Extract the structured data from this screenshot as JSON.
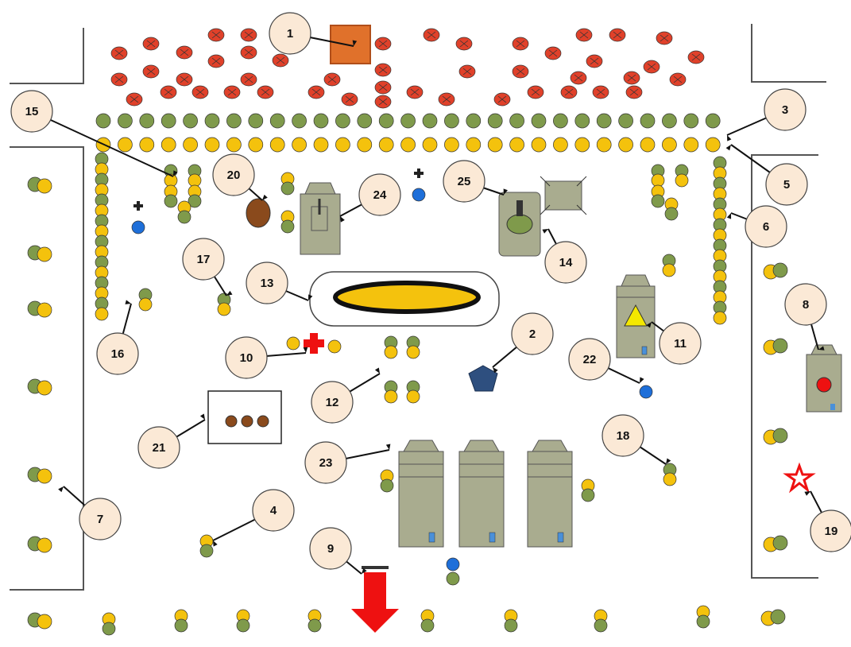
{
  "callouts": [
    {
      "label": "1",
      "meaning": "podium-object"
    },
    {
      "label": "2",
      "meaning": "pentagon-object"
    },
    {
      "label": "3",
      "meaning": "perimeter-corner"
    },
    {
      "label": "4",
      "meaning": "single-person"
    },
    {
      "label": "5",
      "meaning": "perimeter-yellow-line"
    },
    {
      "label": "6",
      "meaning": "right-perimeter"
    },
    {
      "label": "7",
      "meaning": "left-enclosure"
    },
    {
      "label": "8",
      "meaning": "vehicle-red-dot"
    },
    {
      "label": "9",
      "meaning": "exit-arrow"
    },
    {
      "label": "10",
      "meaning": "medic-cross"
    },
    {
      "label": "11",
      "meaning": "vehicle-yellow-triangle"
    },
    {
      "label": "12",
      "meaning": "person-group"
    },
    {
      "label": "13",
      "meaning": "stage-oval"
    },
    {
      "label": "14",
      "meaning": "tent"
    },
    {
      "label": "15",
      "meaning": "perimeter-inner"
    },
    {
      "label": "16",
      "meaning": "pair"
    },
    {
      "label": "17",
      "meaning": "pair"
    },
    {
      "label": "18",
      "meaning": "pair"
    },
    {
      "label": "19",
      "meaning": "red-star"
    },
    {
      "label": "20",
      "meaning": "brown-object"
    },
    {
      "label": "21",
      "meaning": "box-items"
    },
    {
      "label": "22",
      "meaning": "blue-marker"
    },
    {
      "label": "23",
      "meaning": "vehicles"
    },
    {
      "label": "24",
      "meaning": "vehicle"
    },
    {
      "label": "25",
      "meaning": "tank"
    }
  ],
  "colors": {
    "crowd_red": "#e0412a",
    "green": "#7f9a4b",
    "yellow": "#f4c20d",
    "vehicle": "#a9ac8f",
    "exit_red": "#ee1111",
    "podium": "#e0712b",
    "blue": "#1e6fd9",
    "stage_yellow": "#f4c20d",
    "pentagon": "#2e4f7f",
    "brown": "#8a4a1c"
  }
}
